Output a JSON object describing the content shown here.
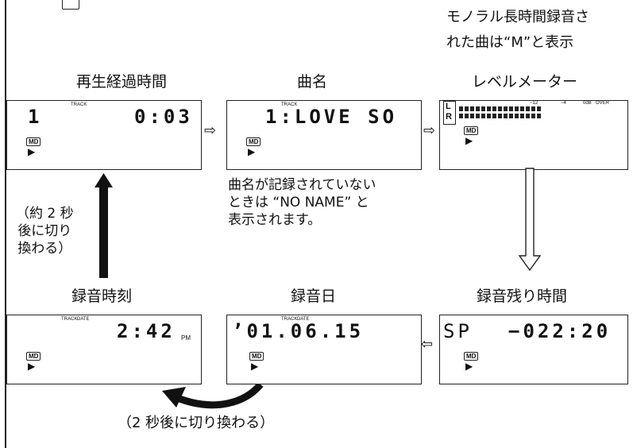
{
  "top_note_lines": [
    "モノラル長時間録音さ",
    "れた曲は“M”と表示"
  ],
  "labels": {
    "elapsed": "再生経過時間",
    "track_name": "曲名",
    "level_meter": "レベルメーター",
    "rec_time": "録音時刻",
    "rec_date": "録音日",
    "remaining": "録音残り時間"
  },
  "lcd": {
    "elapsed": {
      "track": "1",
      "time": "0:03"
    },
    "track_name": {
      "text": "1:LOVE SO"
    },
    "level_meter": {
      "lr_top": "L",
      "lr_bottom": "R",
      "scale": [
        "−12",
        "−4",
        "0dB",
        "OVER"
      ]
    },
    "rec_time": {
      "time": "2:42",
      "suffix": "PM"
    },
    "rec_date": {
      "date": "’01.06.15"
    },
    "remaining": {
      "mode": "SP",
      "time": "−022:20"
    },
    "track_tag": "TRACK",
    "date_tag": "DATE",
    "md": "MD",
    "play": "▶"
  },
  "notes": {
    "no_name": [
      "曲名が記録されていない",
      "ときは “NO NAME” と",
      "表示されます。"
    ],
    "switch_2s": [
      "（約 2 秒",
      "後に切り",
      "換わる）"
    ],
    "bottom": "（2 秒後に切り換わる）"
  },
  "arrow_glyphs": {
    "right": "⇨",
    "left": "⇦"
  }
}
